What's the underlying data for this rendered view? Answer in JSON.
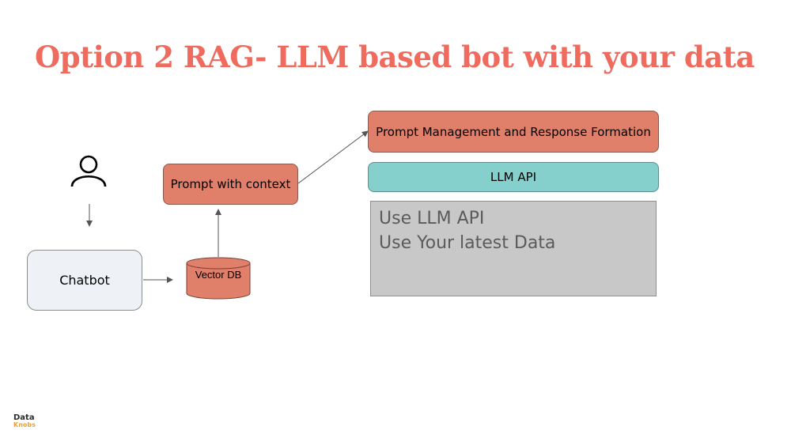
{
  "title": "Option 2 RAG- LLM based bot with your data",
  "nodes": {
    "prompt_management": "Prompt Management and Response Formation",
    "llm_api": "LLM API",
    "prompt_with_context": "Prompt with context",
    "vector_db": "Vector DB",
    "chatbot": "Chatbot"
  },
  "notes": {
    "line1": "Use LLM API",
    "line2": "Use Your latest Data"
  },
  "logo": {
    "top": "Data",
    "bottom": "Knobs"
  },
  "icons": {
    "user": "user-icon",
    "database": "database-icon"
  },
  "colors": {
    "title": "#ee6b5e",
    "salmon_box": "#e07f6a",
    "teal_box": "#85cfcc",
    "gray_box": "#c8c8c8",
    "chatbot_box": "#eef2f6",
    "logo_accent": "#e8a23a"
  }
}
